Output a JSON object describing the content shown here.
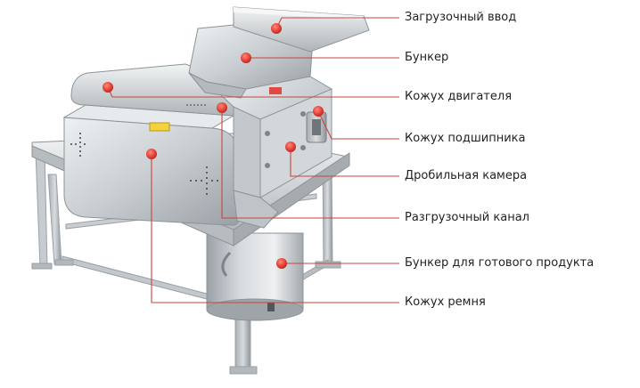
{
  "colors": {
    "leader": "#c8453f",
    "marker": "#e8453a",
    "metal_light": "#dfe3e6",
    "metal_mid": "#b9bec3",
    "metal_dark": "#8d9397"
  },
  "callouts": [
    {
      "id": "feed-inlet",
      "label": "Загрузочный ввод"
    },
    {
      "id": "hopper",
      "label": "Бункер"
    },
    {
      "id": "motor-housing",
      "label": "Кожух двигателя"
    },
    {
      "id": "bearing-housing",
      "label": "Кожух подшипника"
    },
    {
      "id": "crushing-chamber",
      "label": "Дробильная камера"
    },
    {
      "id": "discharge-chute",
      "label": "Разгрузочный канал"
    },
    {
      "id": "product-bin",
      "label": "Бункер для готового продукта"
    },
    {
      "id": "belt-guard",
      "label": "Кожух ремня"
    }
  ]
}
